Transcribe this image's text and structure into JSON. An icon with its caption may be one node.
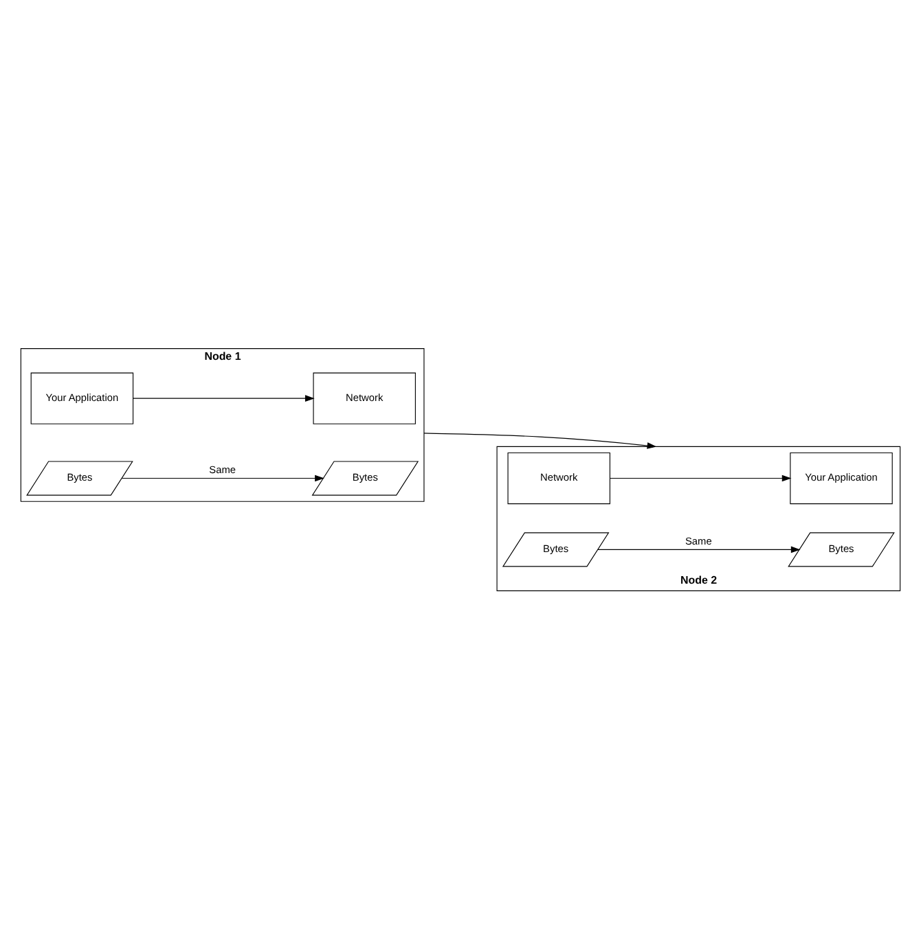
{
  "diagram": {
    "nodes": [
      {
        "text": [
          "Node 1"
        ]
      },
      {
        "text": [
          "Your Application"
        ],
        "in": 0
      },
      {
        "text": [
          "Network"
        ],
        "in": 0
      },
      {
        "text": [
          "Bytes"
        ],
        "in": 0
      },
      {
        "text": [
          "Bytes"
        ],
        "in": 0
      },
      {
        "text": [
          "Node 2"
        ]
      },
      {
        "text": [
          "Your Application"
        ],
        "in": 5
      },
      {
        "text": [
          "Network"
        ],
        "in": 5
      },
      {
        "text": [
          "Bytes"
        ],
        "in": 5
      },
      {
        "text": [
          "Bytes"
        ],
        "in": 5
      }
    ],
    "edges": [
      {
        "from": 1,
        "to": 2,
        "arrow": "to"
      },
      {
        "from": 3,
        "to": 4,
        "arrow": "to",
        "label": "Same"
      },
      {
        "from": 0,
        "to": 5,
        "arrow": "to"
      },
      {
        "from": 7,
        "to": 6,
        "arrow": "to"
      },
      {
        "from": 9,
        "to": 8,
        "arrow": "to",
        "label": "Same"
      }
    ]
  }
}
